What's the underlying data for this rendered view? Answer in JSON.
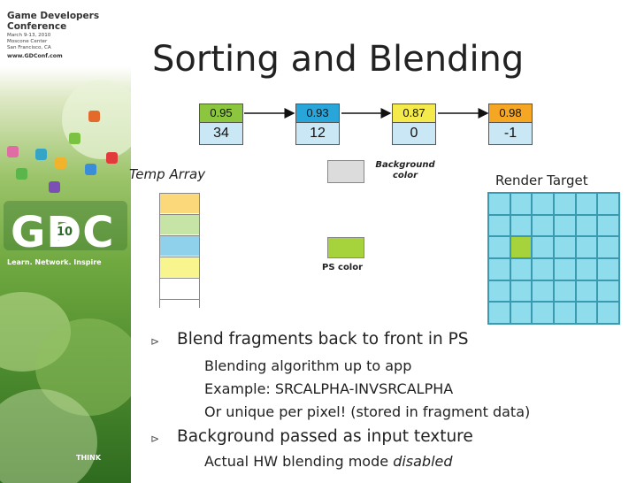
{
  "branding": {
    "title": "Game Developers\nConference",
    "dates": "March 9-13, 2010\nMoscone Center\nSan Francisco, CA",
    "url": "www.GDConf.com",
    "logo": "GDC",
    "logo_badge": "10",
    "tagline": "Learn. Network. Inspire",
    "think": "THINK"
  },
  "slide": {
    "title": "Sorting and Blending",
    "fragments": [
      {
        "alpha": "0.95",
        "depth": "34",
        "color": "#8cc63f"
      },
      {
        "alpha": "0.93",
        "depth": "12",
        "color": "#29a6d9"
      },
      {
        "alpha": "0.87",
        "depth": "0",
        "color": "#f4ea4b"
      },
      {
        "alpha": "0.98",
        "depth": "-1",
        "color": "#f5a623"
      }
    ],
    "temp_array_label": "Temp Array",
    "temp_array_colors": [
      "#fbd97a",
      "#c6e4a6",
      "#8fd0ea",
      "#f8f58e",
      "#ffffff",
      "#ffffff"
    ],
    "background_label": "Background color",
    "ps_color_label": "PS color",
    "render_target_label": "Render Target",
    "render_target": {
      "rows": 6,
      "cols": 6,
      "highlight_row": 2,
      "highlight_col": 1
    }
  },
  "bullets": [
    {
      "text": "Blend fragments back to front in PS",
      "subs": [
        "Blending algorithm up to app",
        "Example: SRCALPHA-INVSRCALPHA",
        "Or unique per pixel! (stored in fragment data)"
      ]
    },
    {
      "text": "Background passed as input texture",
      "subs": [
        "Actual HW blending mode "
      ],
      "sub_italic": "disabled"
    }
  ]
}
